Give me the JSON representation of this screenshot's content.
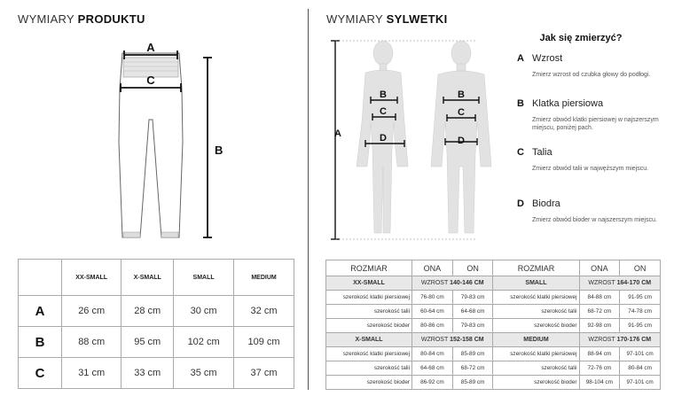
{
  "left_heading": {
    "light": "WYMIARY ",
    "bold": "PRODUKTU"
  },
  "right_heading": {
    "light": "WYMIARY ",
    "bold": "SYLWETKI"
  },
  "product_diagram": {
    "labels": [
      "A",
      "C",
      "B"
    ]
  },
  "silhouette_diagram": {
    "height_label": "A",
    "female_labels": [
      "B",
      "C",
      "D"
    ],
    "male_labels": [
      "B",
      "C",
      "D"
    ]
  },
  "how_to": {
    "title": "Jak się zmierzyć?",
    "items": [
      {
        "letter": "A",
        "name": "Wzrost",
        "desc": "Zmierz wzrost od czubka głowy do podłogi."
      },
      {
        "letter": "B",
        "name": "Klatka piersiowa",
        "desc": "Zmierz obwód klatki piersiowej w najszerszym miejscu, poniżej pach."
      },
      {
        "letter": "C",
        "name": "Talia",
        "desc": "Zmierz obwód talii w najwęższym miejscu."
      },
      {
        "letter": "D",
        "name": "Biodra",
        "desc": "Zmierz obwód bioder w najszerszym miejscu."
      }
    ]
  },
  "product_table": {
    "headers": [
      "XX-SMALL",
      "X-SMALL",
      "SMALL",
      "MEDIUM"
    ],
    "rows": [
      {
        "label": "A",
        "values": [
          "26 cm",
          "28 cm",
          "30 cm",
          "32 cm"
        ]
      },
      {
        "label": "B",
        "values": [
          "88 cm",
          "95 cm",
          "102 cm",
          "109 cm"
        ]
      },
      {
        "label": "C",
        "values": [
          "31 cm",
          "33 cm",
          "35 cm",
          "37 cm"
        ]
      }
    ]
  },
  "silhouette_table": {
    "header": [
      "ROZMIAR",
      "ONA",
      "ON",
      "ROZMIAR",
      "ONA",
      "ON"
    ],
    "groups": [
      {
        "left": {
          "size": "XX-SMALL",
          "height_prefix": "WZROST ",
          "height": "140-146 CM"
        },
        "right": {
          "size": "SMALL",
          "height_prefix": "WZROST ",
          "height": "164-170 CM"
        },
        "rows": [
          {
            "l_label": "szerokość klatki piersiowej",
            "l_ona": "76-80 cm",
            "l_on": "79-83 cm",
            "r_label": "szerokość klatki piersiowej",
            "r_ona": "84-88 cm",
            "r_on": "91-95 cm"
          },
          {
            "l_label": "szerokość talii",
            "l_ona": "60-64 cm",
            "l_on": "64-68 cm",
            "r_label": "szerokość talii",
            "r_ona": "68-72 cm",
            "r_on": "74-78 cm"
          },
          {
            "l_label": "szerokość bioder",
            "l_ona": "80-86 cm",
            "l_on": "79-83 cm",
            "r_label": "szerokość bioder",
            "r_ona": "92-98 cm",
            "r_on": "91-95 cm"
          }
        ]
      },
      {
        "left": {
          "size": "X-SMALL",
          "height_prefix": "WZROST ",
          "height": "152-158 CM"
        },
        "right": {
          "size": "MEDIUM",
          "height_prefix": "WZROST ",
          "height": "170-176 CM"
        },
        "rows": [
          {
            "l_label": "szerokość klatki piersiowej",
            "l_ona": "80-84 cm",
            "l_on": "85-89 cm",
            "r_label": "szerokość klatki piersiowej",
            "r_ona": "88-94 cm",
            "r_on": "97-101 cm"
          },
          {
            "l_label": "szerokość talii",
            "l_ona": "64-68 cm",
            "l_on": "68-72 cm",
            "r_label": "szerokość talii",
            "r_ona": "72-76 cm",
            "r_on": "80-84 cm"
          },
          {
            "l_label": "szerokość bioder",
            "l_ona": "86-92 cm",
            "l_on": "85-89 cm",
            "r_label": "szerokość bioder",
            "r_ona": "98-104 cm",
            "r_on": "97-101 cm"
          }
        ]
      }
    ]
  }
}
